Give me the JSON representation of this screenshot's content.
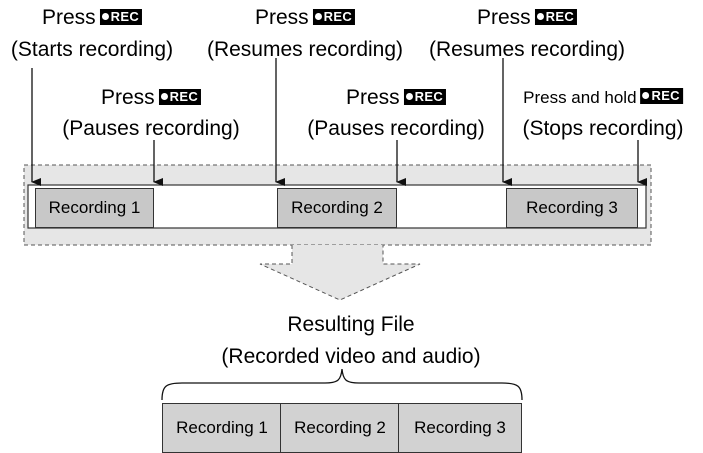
{
  "rec_button": {
    "label": "REC"
  },
  "events": [
    {
      "press": "Press",
      "action": "(Starts recording)"
    },
    {
      "press": "Press",
      "action": "(Pauses recording)"
    },
    {
      "press": "Press",
      "action": "(Resumes recording)"
    },
    {
      "press": "Press",
      "action": "(Pauses recording)"
    },
    {
      "press": "Press",
      "action": "(Resumes recording)"
    },
    {
      "press": "Press and hold",
      "action": "(Stops recording)"
    }
  ],
  "timeline_segments": [
    "Recording 1",
    "Recording 2",
    "Recording 3"
  ],
  "result": {
    "title": "Resulting File",
    "subtitle": "(Recorded video and audio)"
  },
  "file_segments": [
    "Recording 1",
    "Recording 2",
    "Recording 3"
  ]
}
